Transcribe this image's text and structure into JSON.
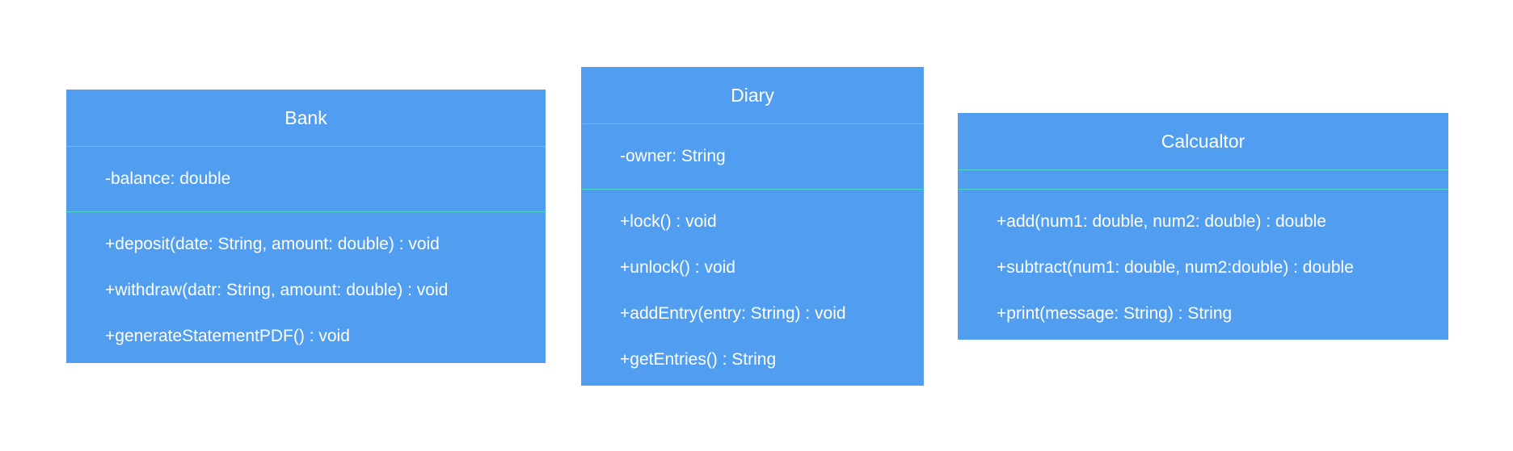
{
  "classes": [
    {
      "name": "Bank",
      "attributes": [
        "-balance: double"
      ],
      "methods": [
        "+deposit(date: String, amount: double) : void",
        "+withdraw(datr: String, amount: double) : void",
        "+generateStatementPDF() : void"
      ]
    },
    {
      "name": "Diary",
      "attributes": [
        "-owner: String"
      ],
      "methods": [
        "+lock() : void",
        "+unlock() : void",
        "+addEntry(entry: String) : void",
        "+getEntries() : String"
      ]
    },
    {
      "name": "Calcualtor",
      "attributes": [],
      "methods": [
        "+add(num1: double, num2: double) : double",
        "+subtract(num1: double, num2:double) : double",
        "+print(message: String) : String"
      ]
    }
  ],
  "colors": {
    "class_fill": "#519ef1",
    "divider": "#4fd7c9",
    "text": "#ffffff",
    "background": "#ffffff"
  }
}
